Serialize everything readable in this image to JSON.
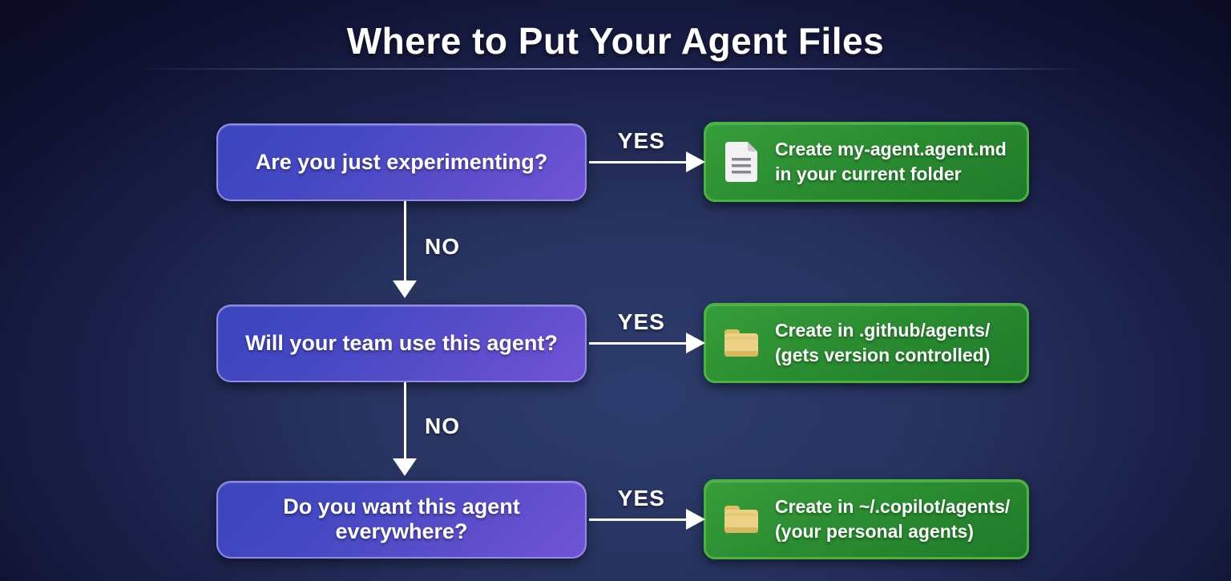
{
  "title": "Where to Put Your Agent Files",
  "labels": {
    "yes": "YES",
    "no": "NO"
  },
  "rows": [
    {
      "question": "Are you just experimenting?",
      "icon": "document",
      "answer_line1": "Create my-agent.agent.md",
      "answer_line2": "in your current folder"
    },
    {
      "question": "Will your team use this agent?",
      "icon": "folder",
      "answer_line1": "Create in .github/agents/",
      "answer_line2": "(gets version controlled)"
    },
    {
      "question": "Do you want this agent everywhere?",
      "icon": "folder",
      "answer_line1": "Create in ~/.copilot/agents/",
      "answer_line2": "(your personal agents)"
    }
  ],
  "colors": {
    "background_center": "#2d3c6d",
    "background_edge": "#0b0c26",
    "question_box_gradient_start": "#3a45bd",
    "question_box_gradient_end": "#7053d6",
    "question_box_border": "#9c98ec",
    "answer_box_gradient_start": "#379d3b",
    "answer_box_gradient_end": "#1f7b29",
    "answer_box_border": "#49b43d",
    "arrow": "#ffffff",
    "divider": "#a0aae1",
    "folder_icon": "#e9cd7d",
    "document_icon": "#f2f2f4"
  }
}
